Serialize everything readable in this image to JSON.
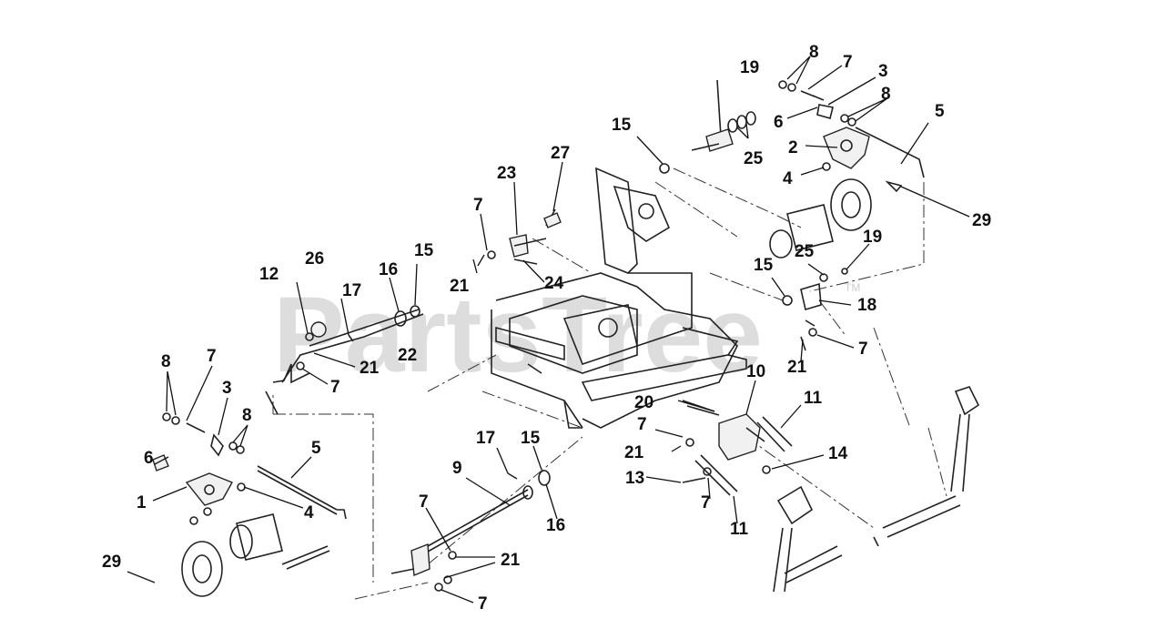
{
  "watermark": {
    "text": "PartsTree",
    "trademark": "TM"
  },
  "callouts": [
    "8",
    "7",
    "3",
    "19",
    "6",
    "8",
    "15",
    "5",
    "2",
    "25",
    "4",
    "27",
    "23",
    "29",
    "7",
    "26",
    "25",
    "19",
    "12",
    "17",
    "16",
    "15",
    "21",
    "24",
    "15",
    "18",
    "21",
    "22",
    "7",
    "7",
    "21",
    "8",
    "7",
    "10",
    "3",
    "8",
    "20",
    "11",
    "5",
    "7",
    "21",
    "14",
    "6",
    "17",
    "15",
    "9",
    "13",
    "1",
    "4",
    "7",
    "11",
    "7",
    "16",
    "21",
    "29",
    "7"
  ]
}
